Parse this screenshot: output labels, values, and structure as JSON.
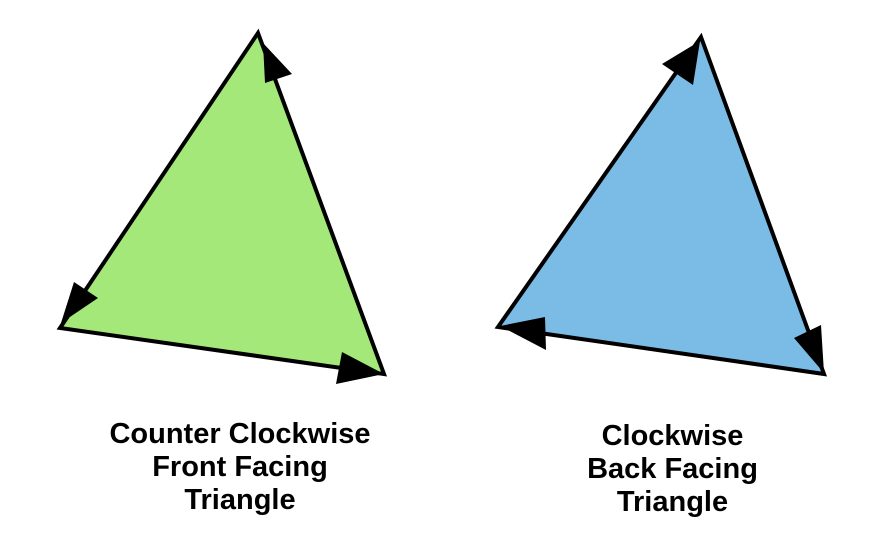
{
  "colors": {
    "front_facing_fill": "#a3e878",
    "back_facing_fill": "#7bbce6",
    "stroke": "#000000",
    "background": "#ffffff"
  },
  "triangles": [
    {
      "caption_lines": [
        "Counter Clockwise",
        "Front Facing",
        "Triangle"
      ],
      "winding": "counter-clockwise",
      "arrowheads": 3
    },
    {
      "caption_lines": [
        "Clockwise",
        "Back Facing",
        "Triangle"
      ],
      "winding": "clockwise",
      "arrowheads": 3
    }
  ]
}
